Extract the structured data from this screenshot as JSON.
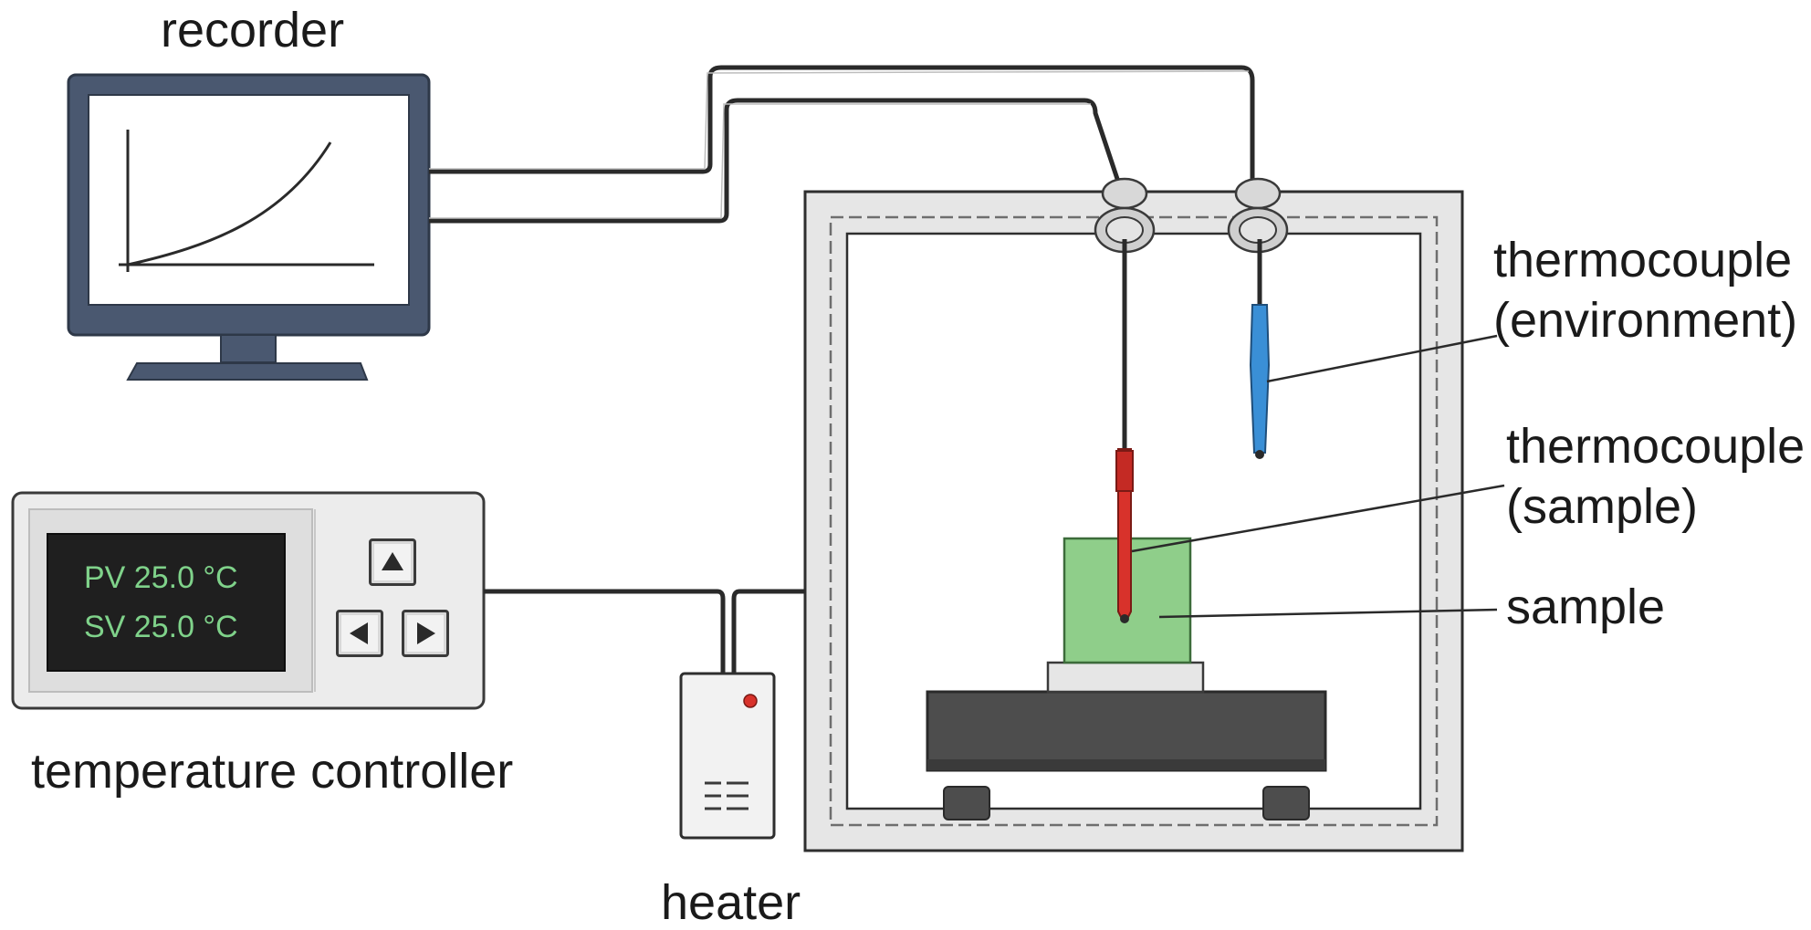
{
  "labels": {
    "recorder": "recorder",
    "thermocouple_env_line1": "thermocouple",
    "thermocouple_env_line2": "(environment)",
    "thermocouple_sample_line1": "thermocouple",
    "thermocouple_sample_line2": "(sample)",
    "sample": "sample",
    "temperature_controller": "temperature controller",
    "heater": "heater"
  },
  "controller": {
    "pv_text": "PV 25.0 °C",
    "sv_text": "SV 25.0 °C",
    "buttons": [
      "up-arrow-icon",
      "left-arrow-icon",
      "right-arrow-icon"
    ]
  },
  "colors": {
    "monitor_frame": "#4a5870",
    "probe_sample": "#d8322b",
    "probe_environment": "#3a8fd6",
    "sample_block": "#8fce8a",
    "lcd_background": "#1f1f1f",
    "lcd_text": "#7fd28a",
    "heater_led": "#d8322b",
    "stage": "#4d4d4d"
  }
}
